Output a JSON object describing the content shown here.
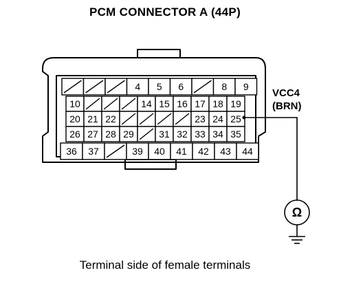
{
  "title": "PCM CONNECTOR A (44P)",
  "signal": {
    "name": "VCC4",
    "wire": "(BRN)"
  },
  "caption": "Terminal side of female terminals",
  "meter": {
    "symbol": "Ω",
    "icon": "ohmmeter-icon",
    "ground_icon": "ground-icon"
  },
  "connector": {
    "rows": [
      {
        "cells": [
          "",
          "",
          "",
          "4",
          "5",
          "6",
          "",
          "8",
          "9"
        ]
      },
      {
        "cells": [
          "10",
          "",
          "",
          "",
          "14",
          "15",
          "16",
          "17",
          "18",
          "19"
        ]
      },
      {
        "cells": [
          "20",
          "21",
          "22",
          "",
          "",
          "",
          "",
          "23",
          "24",
          "25"
        ]
      },
      {
        "cells": [
          "26",
          "27",
          "28",
          "29",
          "",
          "31",
          "32",
          "33",
          "34",
          "35"
        ]
      },
      {
        "cells": [
          "36",
          "37",
          "",
          "39",
          "40",
          "41",
          "42",
          "43",
          "44"
        ]
      }
    ],
    "probed_terminal": "25"
  },
  "colors": {
    "line": "#000000",
    "background": "#ffffff"
  }
}
